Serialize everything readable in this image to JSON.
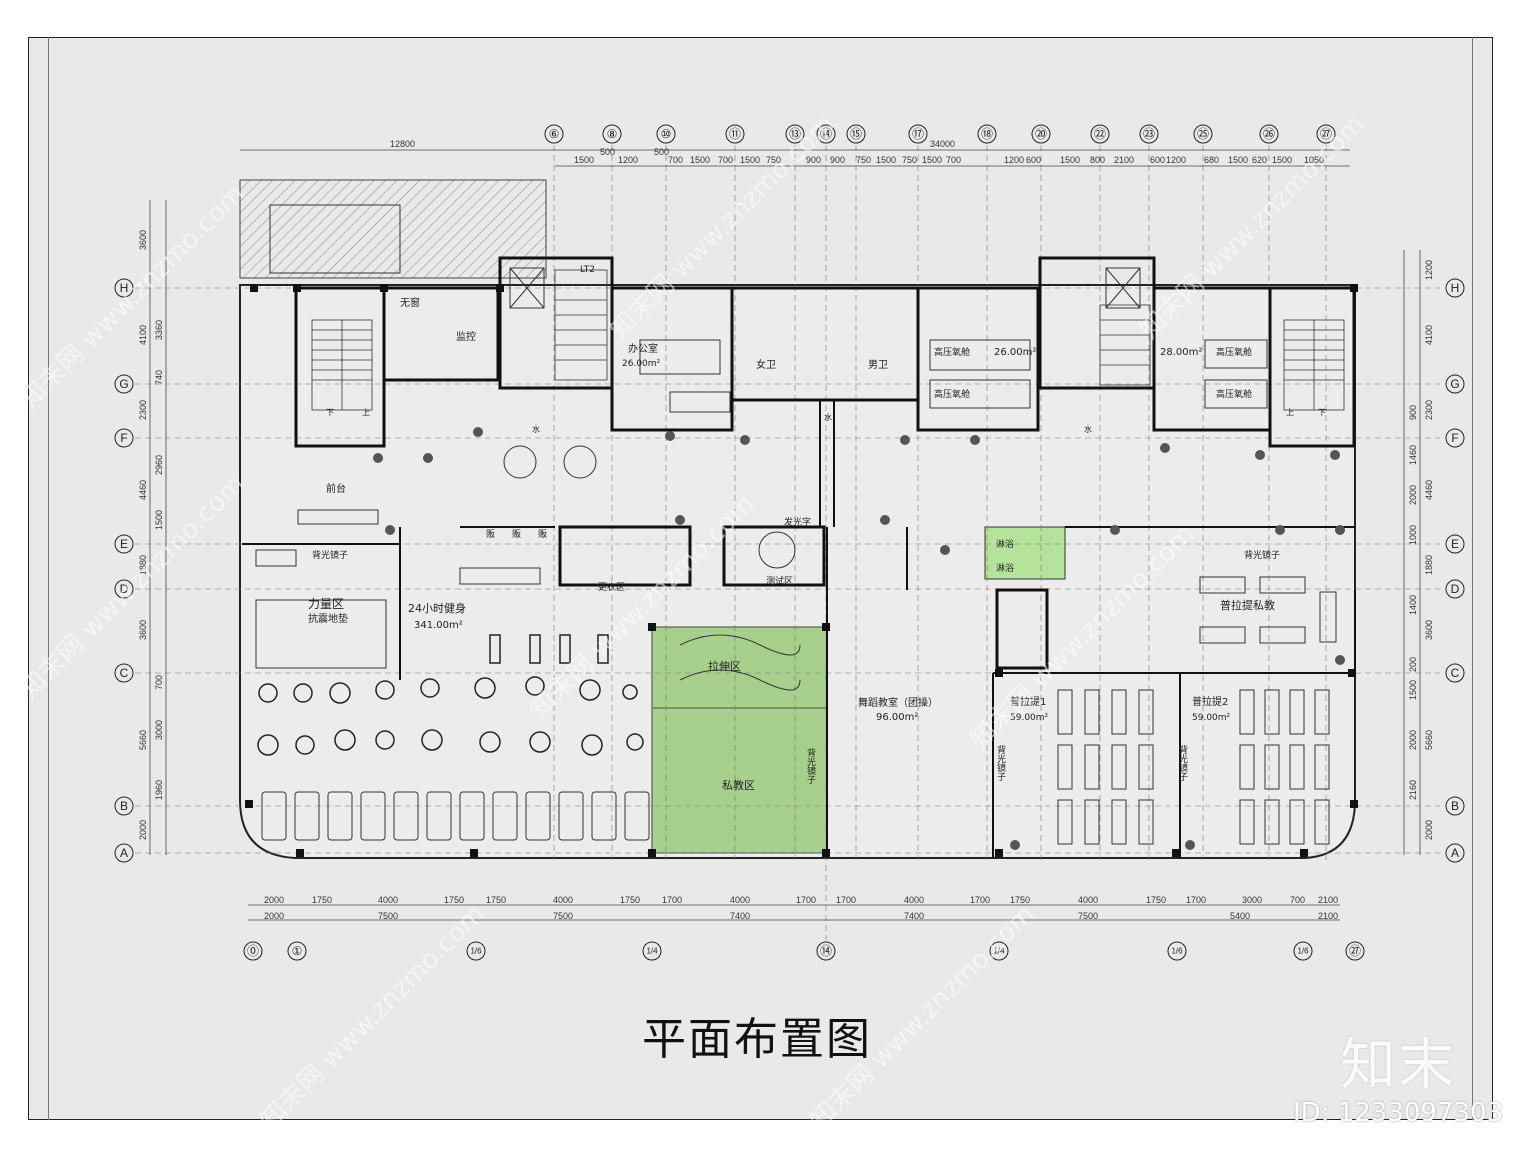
{
  "title": "平面布置图",
  "brand": "知末",
  "image_id": "ID: 1233097303",
  "watermark": "知末网 www.znzmo.com",
  "top_axes": [
    "⑥",
    "⑧",
    "⑩",
    "⑪",
    "⑬",
    "⑭",
    "⑮",
    "⑰",
    "⑱",
    "⑳",
    "㉒",
    "㉓",
    "㉕",
    "㉖",
    "㉗"
  ],
  "bottom_axes": [
    "⓪",
    "①",
    "1/6",
    "1/4",
    "⑭",
    "1/4",
    "1/6",
    "1/6",
    "㉗"
  ],
  "row_axes": [
    "H",
    "G",
    "F",
    "E",
    "D",
    "C",
    "B",
    "A"
  ],
  "top_total_left": "12800",
  "top_total_right": "34000",
  "top_dims": [
    "1500",
    "500",
    "1200",
    "500",
    "700",
    "1500",
    "700",
    "1500",
    "750",
    "900",
    "900",
    "750",
    "1500",
    "750",
    "1500",
    "700",
    "1200",
    "600",
    "1500",
    "800",
    "2100",
    "600",
    "1200",
    "680",
    "1500",
    "620",
    "1500",
    "1050"
  ],
  "bottom_dims_1": [
    "2000",
    "1750",
    "4000",
    "1750",
    "1750",
    "4000",
    "1750",
    "1700",
    "4000",
    "1700",
    "1700",
    "4000",
    "1700",
    "1750",
    "4000",
    "1750",
    "1700",
    "3000",
    "700",
    "2100"
  ],
  "bottom_dims_2": [
    "2000",
    "7500",
    "7500",
    "7400",
    "7400",
    "7500",
    "5400",
    "2100"
  ],
  "left_dims_outer": [
    "3600",
    "4100",
    "2300",
    "4460",
    "1880",
    "3600",
    "5660",
    "2000"
  ],
  "left_dims_inner": [
    "3360",
    "740",
    "2960",
    "1500",
    "1960",
    "3000",
    "700"
  ],
  "right_dims_outer": [
    "1200",
    "4100",
    "2300",
    "4460",
    "1880",
    "3600",
    "5660",
    "2000"
  ],
  "right_dims_inner": [
    "900",
    "1460",
    "2000",
    "1000",
    "1400",
    "200",
    "1500",
    "2000",
    "2160"
  ],
  "rooms": {
    "no_window": "无窗",
    "monitor": "监控",
    "office": "办公室",
    "office_area": "26.00m²",
    "women_wc": "女卫",
    "men_wc": "男卫",
    "hbot_1": "高压氧舱",
    "hbot_2": "高压氧舱",
    "hbot_3": "高压氧舱",
    "hbot_4": "高压氧舱",
    "hbot_area_1": "26.00m²",
    "hbot_area_2": "28.00m²",
    "reception": "前台",
    "mirror_1": "背光镜子",
    "mirror_2": "背光镜子",
    "strength_zone": "力量区",
    "shock_mat": "抗震地垫",
    "gym_24h": "24小时健身",
    "gym_area": "341.00m²",
    "locker": "更衣区",
    "test_zone": "测试区",
    "glow_text": "发光字",
    "stretch_zone": "拉伸区",
    "pt_zone": "私教区",
    "mirror_vertical_1": "背光镜子",
    "dance_room": "舞蹈教室（团操）",
    "dance_area": "96.00m²",
    "shower_1": "淋浴",
    "shower_2": "淋浴",
    "pilates_pt": "普拉提私教",
    "pilates_1": "普拉提1",
    "pilates_1_area": "59.00m²",
    "pilates_2": "普拉提2",
    "pilates_2_area": "59.00m²",
    "mirror_vertical_2": "背光镜子",
    "mirror_vertical_3": "背光镜子",
    "water_1": "水",
    "water_2": "水",
    "water_3": "水",
    "lift": "LT2",
    "down_1": "下",
    "up_1": "上",
    "down_2": "下",
    "up_2": "上",
    "sale_1": "贩",
    "sale_2": "贩",
    "sale_3": "贩"
  },
  "colors": {
    "highlight_green": "#a8d08d",
    "shower_green": "#b5e39b",
    "sheet_bg": "#e9e9e9",
    "wall": "#111111"
  }
}
